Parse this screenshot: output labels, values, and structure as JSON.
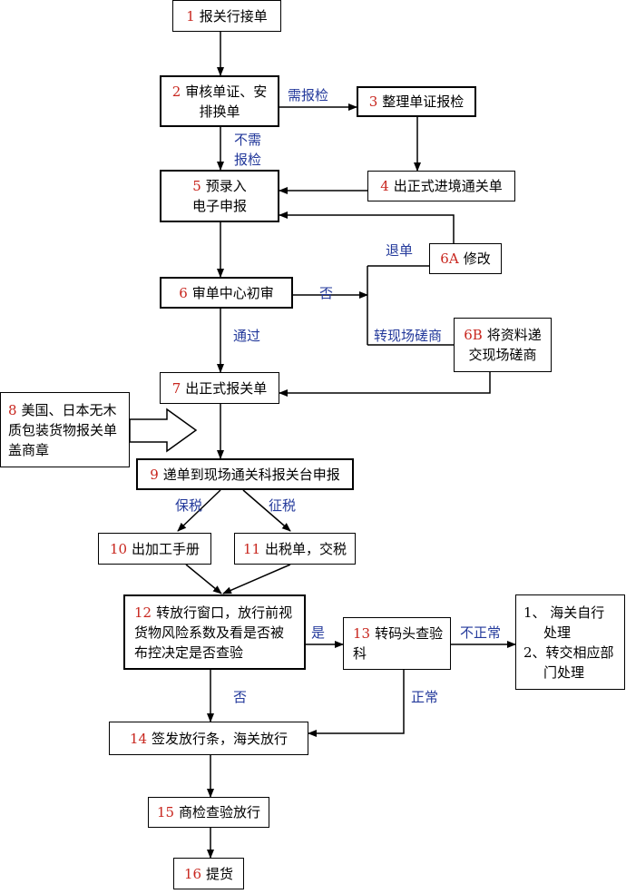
{
  "nodes": {
    "n1": {
      "num": "1",
      "lines": [
        "报关行接单"
      ]
    },
    "n2": {
      "num": "2",
      "lines": [
        "审核单证、安",
        "排换单"
      ]
    },
    "n3": {
      "num": "3",
      "lines": [
        "整理单证报检"
      ]
    },
    "n4": {
      "num": "4",
      "lines": [
        "出正式进境通关单"
      ]
    },
    "n5": {
      "num": "5",
      "lines": [
        "预录入",
        "电子申报"
      ]
    },
    "n6a": {
      "num": "6A",
      "lines": [
        "修改"
      ]
    },
    "n6": {
      "num": "6",
      "lines": [
        "审单中心初审"
      ]
    },
    "n6b": {
      "num": "6B",
      "lines": [
        "将资料递",
        "交现场磋商"
      ]
    },
    "n7": {
      "num": "7",
      "lines": [
        "出正式报关单"
      ]
    },
    "n8": {
      "num": "8",
      "lines": [
        "美国、日本无木",
        "质包装货物报关单",
        "盖商章"
      ]
    },
    "n9": {
      "num": "9",
      "lines": [
        "递单到现场通关科报关台申报"
      ]
    },
    "n10": {
      "num": "10",
      "lines": [
        "出加工手册"
      ]
    },
    "n11": {
      "num": "11",
      "lines": [
        "出税单，交税"
      ]
    },
    "n12": {
      "num": "12",
      "lines": [
        "转放行窗口，放行前视",
        "货物风险系数及看是否被",
        "布控决定是否查验"
      ]
    },
    "n13": {
      "num": "13",
      "lines": [
        "转码头查验",
        "科"
      ]
    },
    "nr": {
      "lines": [
        "1、 海关自行",
        "处理",
        "2、转交相应部",
        "门处理"
      ]
    },
    "n14": {
      "num": "14",
      "lines": [
        "签发放行条，海关放行"
      ]
    },
    "n15": {
      "num": "15",
      "lines": [
        "商检查验放行"
      ]
    },
    "n16": {
      "num": "16",
      "lines": [
        "提货"
      ]
    }
  },
  "labels": {
    "need_inspection": "需报检",
    "no_need_1": "不需",
    "no_need_2": "报检",
    "return": "退单",
    "no_first": "否",
    "to_onsite": "转现场磋商",
    "pass": "通过",
    "bonded": "保税",
    "taxed": "征税",
    "yes": "是",
    "abnormal": "不正常",
    "no_second": "否",
    "normal": "正常"
  },
  "colors": {
    "number": "#c8261e",
    "label": "#23399b",
    "line": "#000000"
  }
}
